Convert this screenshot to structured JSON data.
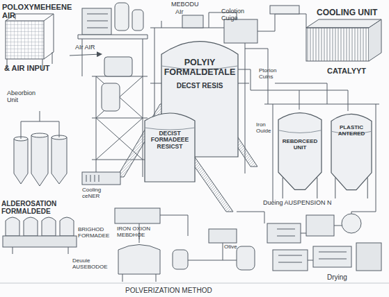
{
  "diagram": {
    "nodes": [
      {
        "text": [
          "POLYIY FORMALDETALE",
          "DECST RESIS"
        ]
      },
      {
        "text": [
          "DECIST FORMADEEE RESICST"
        ]
      },
      {
        "text": [
          "REBDRCEED UNIT"
        ]
      },
      {
        "text": [
          "PLASTIC ANTERED"
        ]
      }
    ],
    "labels": [
      "POLOXYMEHEENE AIR",
      "MEBODU",
      "AIr",
      "Colotion Cuige",
      "COOLING UNIT",
      "AIr AIR",
      "& AIR INPUT",
      "Abeorbion Unit",
      "Ptorion Cuins",
      "CATALYYT",
      "Iron Ouide",
      "Cooling ceNER",
      "ALDEROSATION FORMALDEDE",
      "BRIGHOD FORMADEE",
      "IRON OXION MEBDHOE",
      "Dueing AUSPENSION N",
      "Otive",
      "Deuuie AUSEBODOE",
      "Drying",
      "POLVERIZATION METHOD"
    ]
  }
}
